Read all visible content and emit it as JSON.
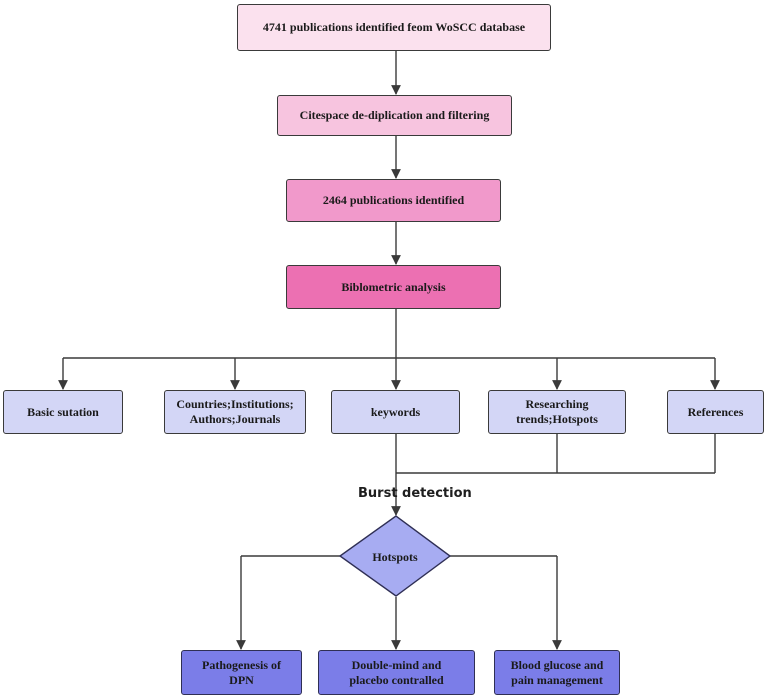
{
  "flow": {
    "step1": "4741 publications identified feom WoSCC database",
    "step2": "Citespace de-diplication and filtering",
    "step3": "2464 publications identified",
    "step4": "Biblometric analysis"
  },
  "categories": {
    "basic": "Basic sutation",
    "countries_line1": "Countries;Institutions;",
    "countries_line2": "Authors;Journals",
    "keywords": "keywords",
    "trends_line1": "Researching",
    "trends_line2": "trends;Hotspots",
    "references": "References"
  },
  "burst_label": "Burst detection",
  "hotspots": "Hotspots",
  "outcomes": {
    "pathogenesis_line1": "Pathogenesis of",
    "pathogenesis_line2": "DPN",
    "double_line1": "Double-mind and",
    "double_line2": "placebo contralled",
    "glucose_line1": "Blood glucose and",
    "glucose_line2": "pain management"
  },
  "colors": {
    "step1_fill": "#fbe1ee",
    "step2_fill": "#f7c4df",
    "step3_fill": "#f199cb",
    "step4_fill": "#ec70b2",
    "category_fill": "#d3d6f6",
    "hotspot_fill": "#a7acf2",
    "outcome_fill": "#7b7de8",
    "line": "#3a3a3a"
  }
}
